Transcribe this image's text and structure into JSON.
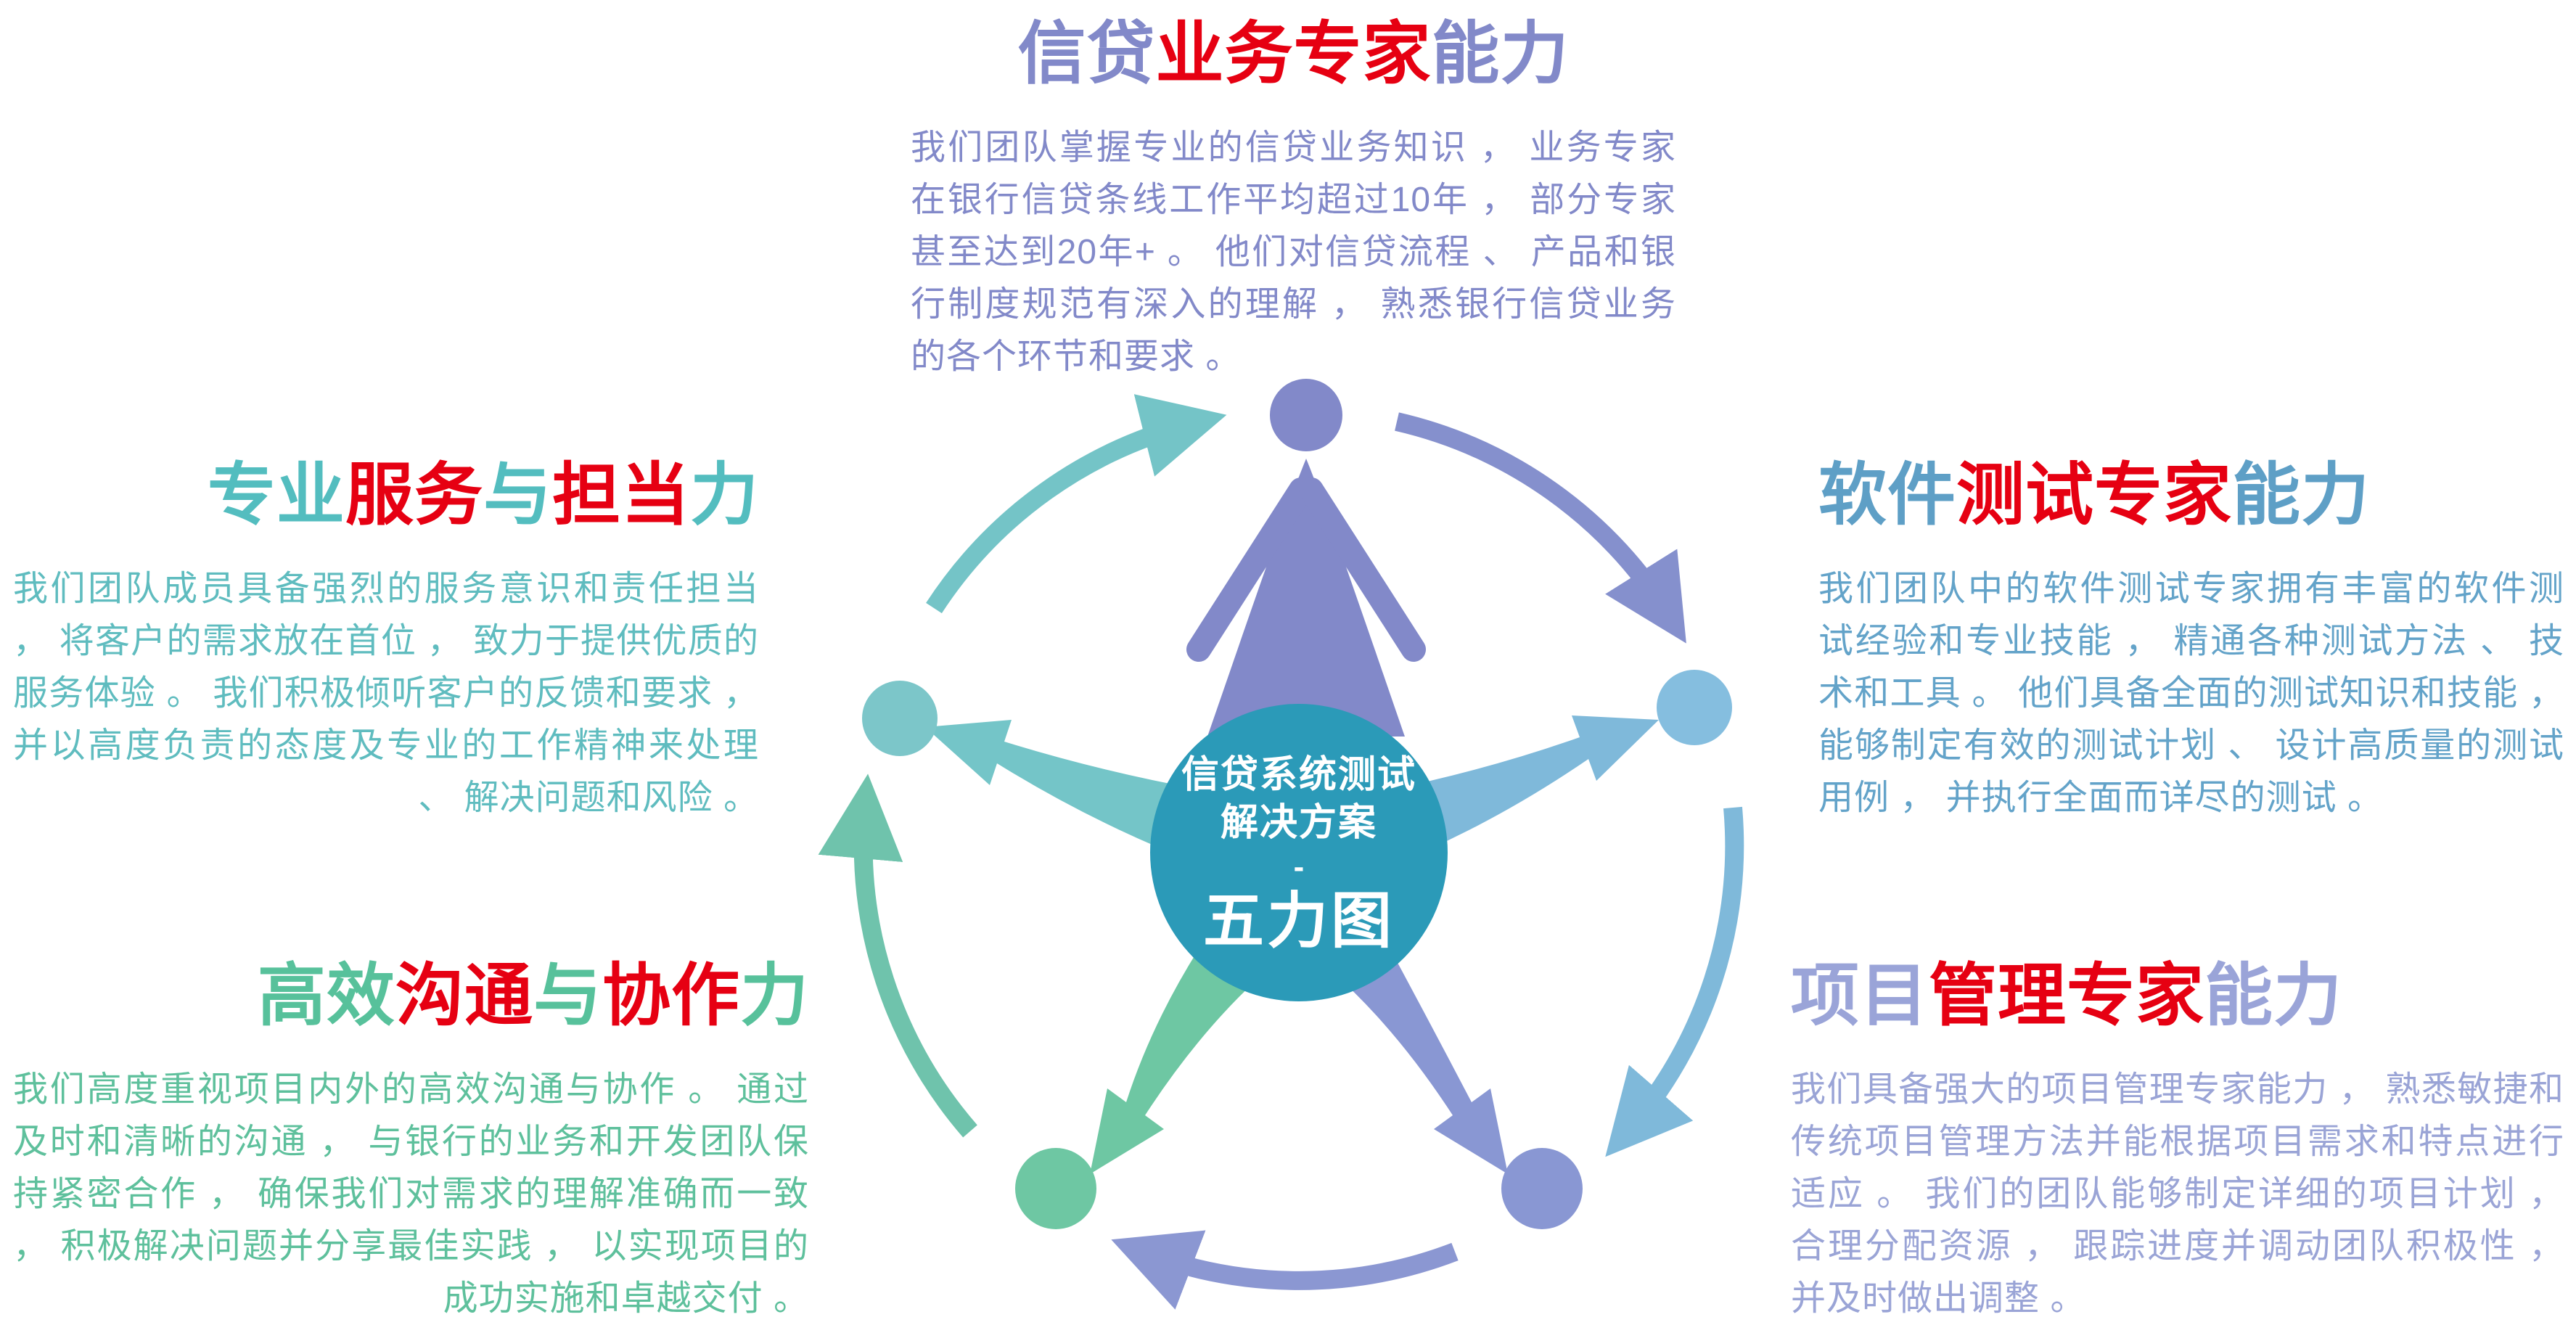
{
  "center": {
    "line1": "信贷系统测试",
    "line2": "解决方案",
    "dash": "-",
    "line3": "五力图"
  },
  "blocks": {
    "top": {
      "title": [
        {
          "text": "信贷",
          "color": "#8289c9"
        },
        {
          "text": "业务专家",
          "color": "#e60012"
        },
        {
          "text": "能力",
          "color": "#8289c9"
        }
      ],
      "color": "#8289c9",
      "body": "我们团队掌握专业的信贷业务知识 ， 业务专家在银行信贷条线工作平均超过10年 ， 部分专家甚至达到20年+ 。 他们对信贷流程 、 产品和银行制度规范有深入的理解 ， 熟悉银行信贷业务的各个环节和要求 。"
    },
    "left_top": {
      "title": [
        {
          "text": "专业",
          "color": "#53bdbf"
        },
        {
          "text": "服务",
          "color": "#e60012"
        },
        {
          "text": "与",
          "color": "#53bdbf"
        },
        {
          "text": "担当",
          "color": "#e60012"
        },
        {
          "text": "力",
          "color": "#53bdbf"
        }
      ],
      "color": "#5fbcbf",
      "body": "我们团队成员具备强烈的服务意识和责任担当 ， 将客户的需求放在首位 ， 致力于提供优质的服务体验 。 我们积极倾听客户的反馈和要求 ， 并以高度负责的态度及专业的工作精神来处理 、 解决问题和风险 。"
    },
    "right_top": {
      "title": [
        {
          "text": "软件",
          "color": "#5e9fc6"
        },
        {
          "text": "测试专家",
          "color": "#e60012"
        },
        {
          "text": "能力",
          "color": "#5e9fc6"
        }
      ],
      "color": "#63a3c9",
      "body": "我们团队中的软件测试专家拥有丰富的软件测试经验和专业技能 ， 精通各种测试方法 、 技术和工具 。 他们具备全面的测试知识和技能 ， 能够制定有效的测试计划 、 设计高质量的测试用例 ， 并执行全面而详尽的测试 。"
    },
    "left_bottom": {
      "title": [
        {
          "text": "高效",
          "color": "#57c19b"
        },
        {
          "text": "沟通",
          "color": "#e60012"
        },
        {
          "text": "与",
          "color": "#57c19b"
        },
        {
          "text": "协作",
          "color": "#e60012"
        },
        {
          "text": "力",
          "color": "#57c19b"
        }
      ],
      "color": "#5ec09c",
      "body": "我们高度重视项目内外的高效沟通与协作 。 通过及时和清晰的沟通 ， 与银行的业务和开发团队保持紧密合作 ， 确保我们对需求的理解准确而一致 ， 积极解决问题并分享最佳实践 ， 以实现项目的成功实施和卓越交付 。"
    },
    "right_bottom": {
      "title": [
        {
          "text": "项目",
          "color": "#9aa4d8"
        },
        {
          "text": "管理专家",
          "color": "#e60012"
        },
        {
          "text": "能力",
          "color": "#9aa4d8"
        }
      ],
      "color": "#9aa4d6",
      "body": "我们具备强大的项目管理专家能力 ， 熟悉敏捷和传统项目管理方法并能根据项目需求和特点进行适应 。 我们的团队能够制定详细的项目计划 ， 合理分配资源 ， 跟踪进度并调动团队积极性 ， 并及时做出调整 。"
    }
  },
  "colors": {
    "red": "#e60012",
    "center_circle": "#2b9ab8",
    "node_top": "#8289c9",
    "node_left_top": "#7cc6c9",
    "node_right_top": "#85bedf",
    "node_left_bottom": "#6ec7a3",
    "node_right_bottom": "#8997d3",
    "arc_top_left": "#74c4c7",
    "arc_top_right": "#8590cd",
    "arc_right": "#7fb9da",
    "arc_bottom": "#8b97d2",
    "arc_left": "#6fc3ac",
    "swoosh_left": "#74c5c8",
    "swoosh_right": "#7fb9da",
    "swoosh_bottom_left": "#6ec7a3",
    "swoosh_bottom_right": "#8997d3"
  }
}
